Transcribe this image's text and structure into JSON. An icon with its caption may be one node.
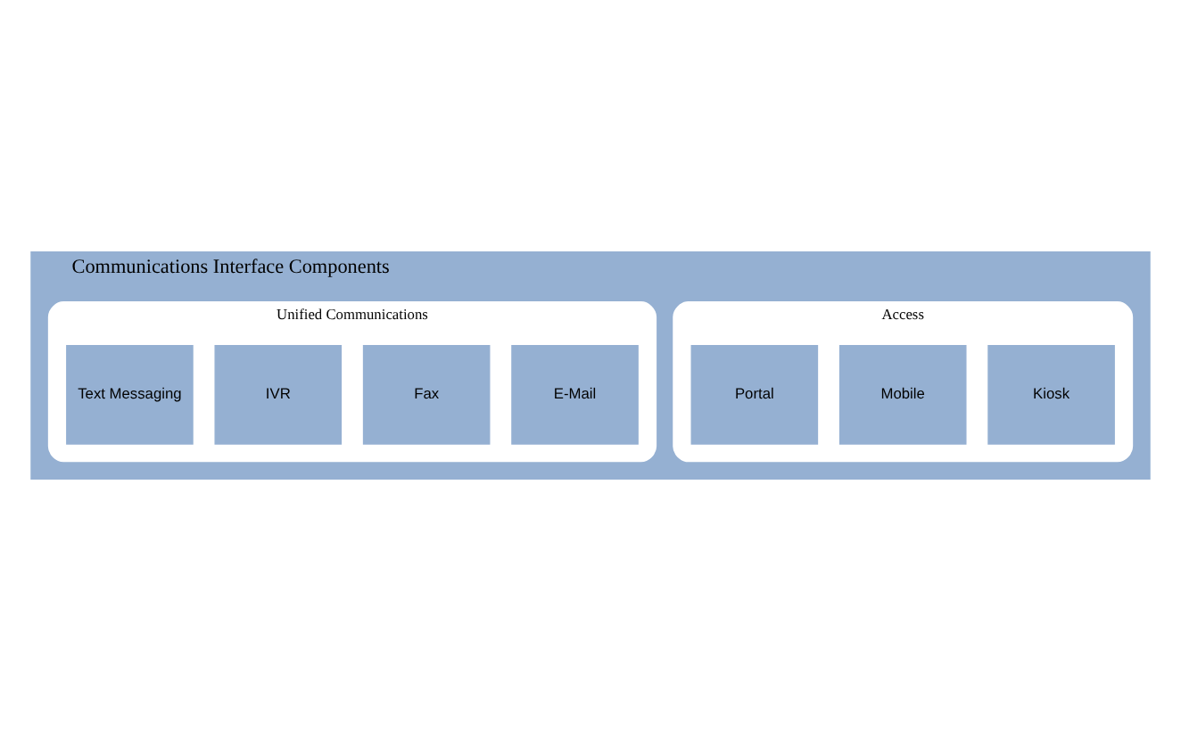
{
  "diagram": {
    "nodes": [
      {
        "text": [
          "Communications Interface Components"
        ]
      },
      {
        "text": [
          "Access"
        ],
        "in": 0
      },
      {
        "text": [
          "Kiosk"
        ],
        "in": 1
      },
      {
        "text": [
          "Mobile"
        ],
        "in": 1
      },
      {
        "text": [
          "Portal"
        ],
        "in": 1
      },
      {
        "text": [
          "Unified Communications"
        ],
        "in": 0
      },
      {
        "text": [
          "E-Mail"
        ],
        "in": 5
      },
      {
        "text": [
          "Fax"
        ],
        "in": 5
      },
      {
        "text": [
          "IVR"
        ],
        "in": 5
      },
      {
        "text": [
          "Text Messaging"
        ],
        "in": 5
      }
    ]
  }
}
